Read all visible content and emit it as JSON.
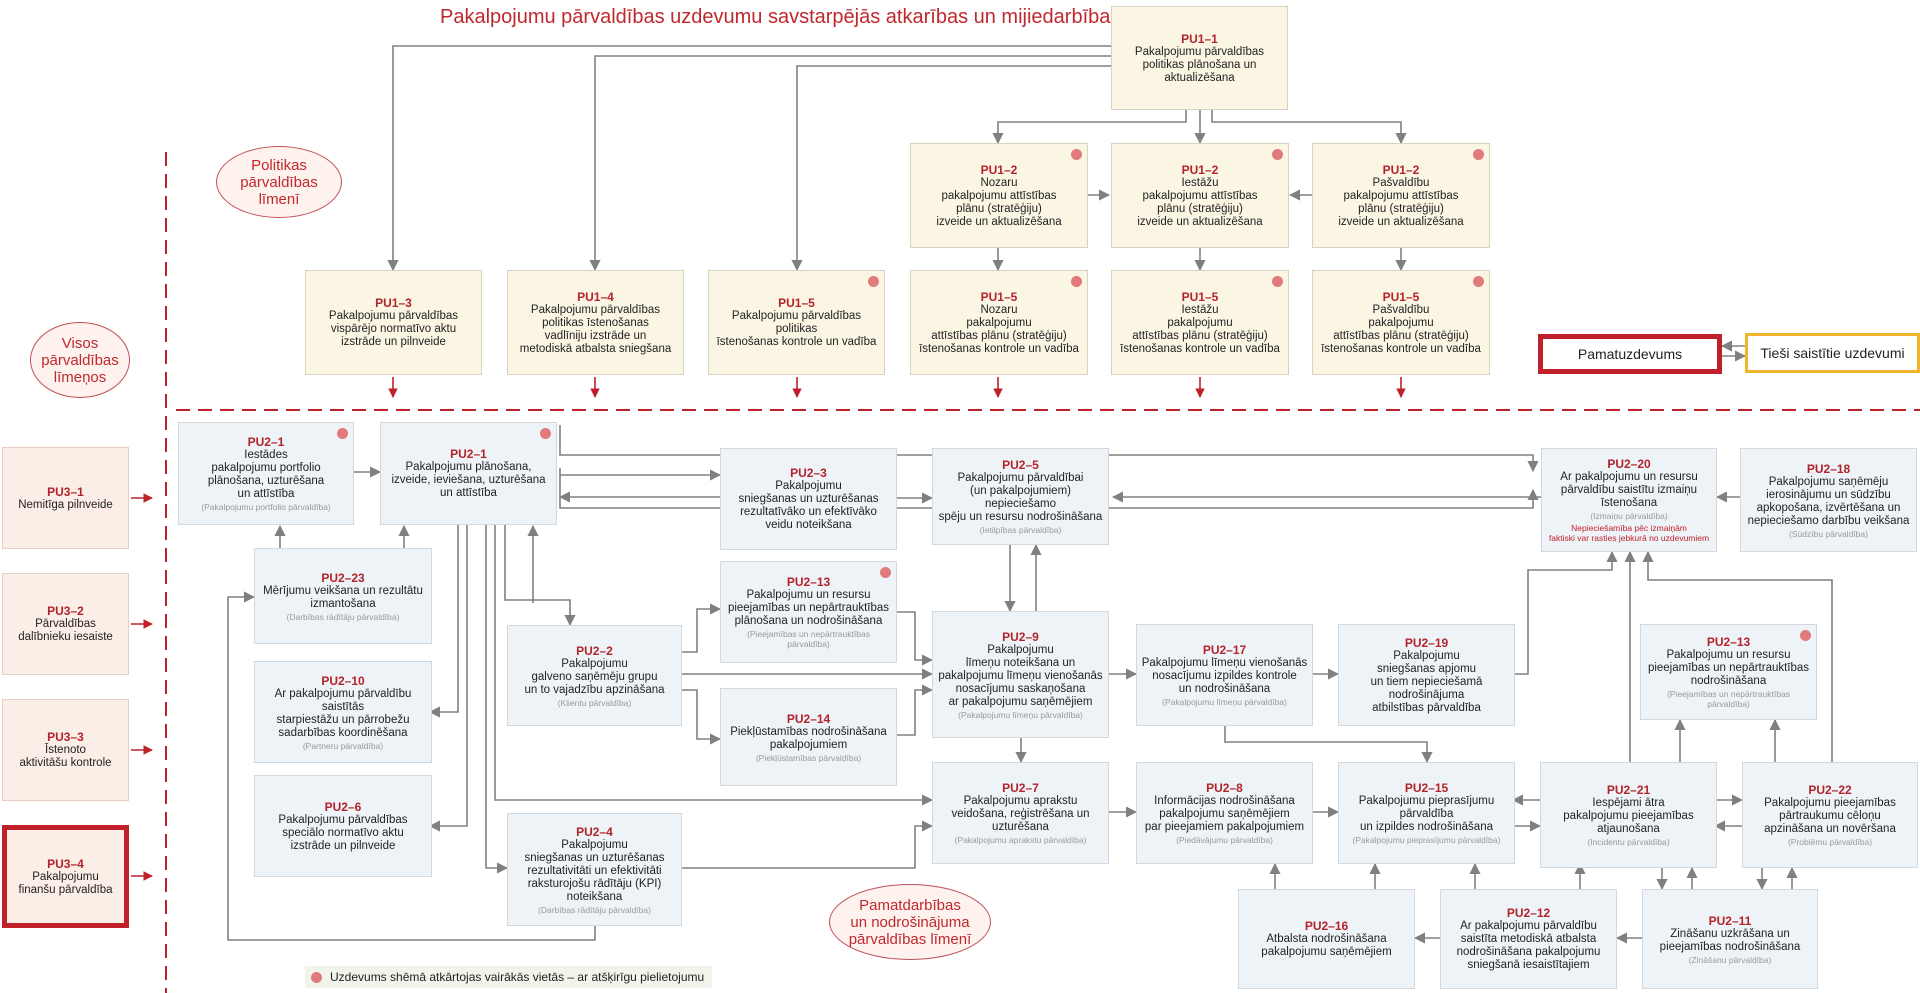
{
  "title": "Pakalpojumu pārvaldības uzdevumu savstarpējās atkarības un mijiedarbība",
  "levels": {
    "policy": "Politikas\npārvaldības\nlīmenī",
    "all": "Visos\npārvaldības\nlīmeņos",
    "core": "Pamatdarbības\nun nodrošinājuma\npārvaldības līmenī"
  },
  "legend": {
    "main": "Pamatuzdevums",
    "related": "Tieši saistītie uzdevumi",
    "repeat_note": "Uzdevums shēmā atkārtojas vairākās vietās – ar atšķirīgu pielietojumu"
  },
  "colors": {
    "accent": "#c0202a",
    "pu1_fill": "#fbf5e4",
    "pu2_fill": "#eef3f8",
    "pu3_fill": "#fbeee6",
    "related_border": "#f0b52a",
    "arrow": "#808080",
    "repeat_dot": "#e07a7c"
  },
  "boxes": {
    "pu1_1": {
      "code": "PU1–1",
      "text": "Pakalpojumu pārvaldības\npolitikas plānošana un\naktualizēšana"
    },
    "pu1_2a": {
      "code": "PU1–2",
      "text": "Nozaru\npakalpojumu attīstības\nplānu (stratēģiju)\nizveide un aktualizēšana"
    },
    "pu1_2b": {
      "code": "PU1–2",
      "text": "Iestāžu\npakalpojumu attīstības\nplānu (stratēģiju)\nizveide un aktualizēšana"
    },
    "pu1_2c": {
      "code": "PU1–2",
      "text": "Pašvaldību\npakalpojumu attīstības\nplānu (stratēģiju)\nizveide un aktualizēšana"
    },
    "pu1_3": {
      "code": "PU1–3",
      "text": "Pakalpojumu pārvaldības\nvispārējo normatīvo aktu\nizstrāde un pilnveide"
    },
    "pu1_4": {
      "code": "PU1–4",
      "text": "Pakalpojumu pārvaldības\npolitikas īstenošanas\nvadlīniju izstrāde un\nmetodiskā atbalsta sniegšana"
    },
    "pu1_5a": {
      "code": "PU1–5",
      "text": "Pakalpojumu pārvaldības\npolitikas\nīstenošanas kontrole un vadība"
    },
    "pu1_5b": {
      "code": "PU1–5",
      "text": "Nozaru\npakalpojumu\nattīstības plānu (stratēģiju)\nīstenošanas kontrole un vadība"
    },
    "pu1_5c": {
      "code": "PU1–5",
      "text": "Iestāžu\npakalpojumu\nattīstības plānu (stratēģiju)\nīstenošanas kontrole un vadība"
    },
    "pu1_5d": {
      "code": "PU1–5",
      "text": "Pašvaldību\npakalpojumu\nattīstības plānu (stratēģiju)\nīstenošanas kontrole un vadība"
    },
    "pu3_1": {
      "code": "PU3–1",
      "text": "Nemitīga pilnveide"
    },
    "pu3_2": {
      "code": "PU3–2",
      "text": "Pārvaldības\ndalībnieku iesaiste"
    },
    "pu3_3": {
      "code": "PU3–3",
      "text": "Īstenoto\naktivitāšu kontrole"
    },
    "pu3_4": {
      "code": "PU3–4",
      "text": "Pakalpojumu\nfinanšu pārvaldība"
    },
    "pu2_1a": {
      "code": "PU2–1",
      "text": "Iestādes\npakalpojumu portfolio\nplānošana, uzturēšana\nun attīstība",
      "sub": "(Pakalpojumu portfolio pārvaldība)"
    },
    "pu2_1b": {
      "code": "PU2–1",
      "text": "Pakalpojumu plānošana,\nizveide, ieviešana, uzturēšana\nun attīstība"
    },
    "pu2_23": {
      "code": "PU2–23",
      "text": "Mērījumu veikšana un rezultātu\nizmantošana",
      "sub": "(Darbības rādītāju pārvaldība)"
    },
    "pu2_10": {
      "code": "PU2–10",
      "text": "Ar pakalpojumu pārvaldību\nsaistītās\nstarpiestāžu un pārrobežu\nsadarbības koordinēšana",
      "sub": "(Partneru pārvaldība)"
    },
    "pu2_6": {
      "code": "PU2–6",
      "text": "Pakalpojumu pārvaldības\nspeciālo normatīvo aktu\nizstrāde un pilnveide"
    },
    "pu2_2": {
      "code": "PU2–2",
      "text": "Pakalpojumu\ngalveno saņēmēju grupu\nun to vajadzību apzināšana",
      "sub": "(Klientu pārvaldība)"
    },
    "pu2_4": {
      "code": "PU2–4",
      "text": "Pakalpojumu\nsniegšanas un uzturēšanas\nrezultativitāti un efektivitāti\nraksturojošu rādītāju (KPI)\nnoteikšana",
      "sub": "(Darbības rādītāju pārvaldība)"
    },
    "pu2_3": {
      "code": "PU2–3",
      "text": "Pakalpojumu\nsniegšanas un uzturēšanas\nrezultatīvāko un efektīvāko\nveidu noteikšana"
    },
    "pu2_13a": {
      "code": "PU2–13",
      "text": "Pakalpojumu un resursu\npieejamības un nepārtrauktības\nplānošana un nodrošināšana",
      "sub": "(Pieejamības un nepārtrauktības\npārvaldība)"
    },
    "pu2_14": {
      "code": "PU2–14",
      "text": "Piekļūstamības nodrošināšana\npakalpojumiem",
      "sub": "(Piekļūstamības pārvaldība)"
    },
    "pu2_5": {
      "code": "PU2–5",
      "text": "Pakalpojumu pārvaldībai\n(un pakalpojumiem)\nnepieciešamo\nspēju un resursu nodrošināšana",
      "sub": "(Ietilpības pārvaldība)"
    },
    "pu2_9": {
      "code": "PU2–9",
      "text": "Pakalpojumu\nlīmeņu noteikšana un\npakalpojumu līmeņu vienošanās\nnosacījumu saskaņošana\nar pakalpojumu saņēmējiem",
      "sub": "(Pakalpojumu līmeņu pārvaldība)"
    },
    "pu2_7": {
      "code": "PU2–7",
      "text": "Pakalpojumu aprakstu\nveidošana, reģistrēšana un\nuzturēšana",
      "sub": "(Pakalpojumu aprakstu pārvaldība)"
    },
    "pu2_17": {
      "code": "PU2–17",
      "text": "Pakalpojumu līmeņu vienošanās\nnosacījumu izpildes kontrole\nun nodrošināšana",
      "sub": "(Pakalpojumu līmeņu pārvaldība)"
    },
    "pu2_8": {
      "code": "PU2–8",
      "text": "Informācijas nodrošināšana\npakalpojumu saņēmējiem\npar pieejamiem pakalpojumiem",
      "sub": "(Piedāvājumu pārvaldība)"
    },
    "pu2_19": {
      "code": "PU2–19",
      "text": "Pakalpojumu\nsniegšanas apjomu\nun tiem nepieciešamā\nnodrošinājuma\natbilstības pārvaldība"
    },
    "pu2_15": {
      "code": "PU2–15",
      "text": "Pakalpojumu pieprasījumu\npārvaldība\nun izpildes nodrošināšana",
      "sub": "(Pakalpojumu pieprasījumu pārvaldība)"
    },
    "pu2_16": {
      "code": "PU2–16",
      "text": "Atbalsta nodrošināšana\npakalpojumu saņēmējiem"
    },
    "pu2_12": {
      "code": "PU2–12",
      "text": "Ar pakalpojumu pārvaldību\nsaistīta metodiskā atbalsta\nnodrošināšana pakalpojumu\nsniegšanā iesaistītajiem"
    },
    "pu2_20": {
      "code": "PU2–20",
      "text": "Ar pakalpojumu un resursu\npārvaldību saistītu izmaiņu\nīstenošana",
      "sub": "(Izmaiņu pārvaldība)",
      "note": "Nepieciešamība pēc izmaiņām\nfaktiski var rasties jebkurā no uzdevumiem"
    },
    "pu2_18": {
      "code": "PU2–18",
      "text": "Pakalpojumu saņēmēju\nierosinājumu un sūdzību\napkopošana, izvērtēšana un\nnepieciešamo darbību veikšana",
      "sub": "(Sūdzību pārvaldība)"
    },
    "pu2_13b": {
      "code": "PU2–13",
      "text": "Pakalpojumu un resursu\npieejamības un nepārtrauktības\nnodrošināšana",
      "sub": "(Pieejamības un nepārtrauktības\npārvaldība)"
    },
    "pu2_21": {
      "code": "PU2–21",
      "text": "Iespējami ātra\npakalpojumu pieejamības\natjaunošana",
      "sub": "(Incidentu pārvaldība)"
    },
    "pu2_22": {
      "code": "PU2–22",
      "text": "Pakalpojumu pieejamības\npārtraukumu cēloņu\napzināšana un novēršana",
      "sub": "(Problēmu pārvaldība)"
    },
    "pu2_11": {
      "code": "PU2–11",
      "text": "Zināšanu uzkrāšana un\npieejamības nodrošināšana",
      "sub": "(Zināšanu pārvaldība)"
    }
  }
}
